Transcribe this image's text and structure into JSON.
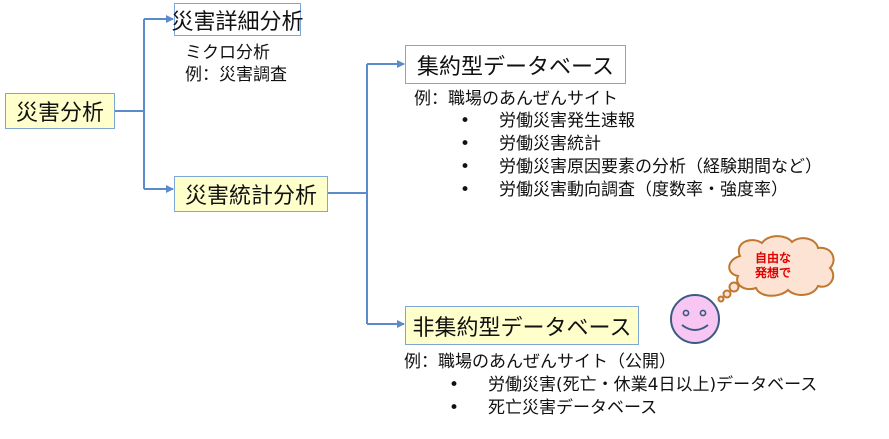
{
  "diagram": {
    "root": {
      "label": "災害分析"
    },
    "detail": {
      "label": "災害詳細分析",
      "notes": [
        "ミクロ分析",
        "例：災害調査"
      ]
    },
    "statistics": {
      "label": "災害統計分析"
    },
    "aggregated_db": {
      "label": "集約型データベース",
      "example": "例：職場のあんぜんサイト",
      "items": [
        "労働災害発生速報",
        "労働災害統計",
        "労働災害原因要素の分析（経験期間など）",
        "労働災害動向調査（度数率・強度率）"
      ]
    },
    "non_aggregated_db": {
      "label": "非集約型データベース",
      "example": "例：職場のあんぜんサイト（公開）",
      "items": [
        "労働災害(死亡・休業4日以上)データベース",
        "死亡災害データベース"
      ]
    },
    "bullet_glyph": "•",
    "thought_bubble": {
      "lines": [
        "自由な",
        "発想で"
      ]
    }
  },
  "colors": {
    "connector": "#5b8bcb",
    "box_border": "#7ea6d6",
    "highlight_fill": "#ffffcc",
    "cloud_fill": "#fde3d3",
    "cloud_stroke": "#c0772f",
    "cloud_text": "#e00000",
    "face_fill": "#f7c6f2",
    "face_stroke": "#3c5a82"
  }
}
